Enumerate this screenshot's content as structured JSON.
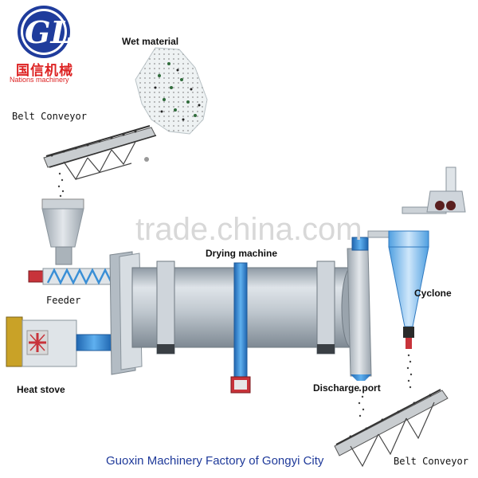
{
  "brand": {
    "logo_cn": "国信机械",
    "logo_en": "Nations machinery",
    "logo_color": "#1f3c9c",
    "accent_color": "#d22222"
  },
  "watermark": "trade.china.com",
  "footer": "Guoxin Machinery Factory of Gongyi City",
  "labels": {
    "wet_material": "Wet material",
    "belt_conveyor_top": "Belt Conveyor",
    "feeder": "Feeder",
    "heat_stove": "Heat stove",
    "drying_machine": "Drying machine",
    "cyclone": "Cyclone",
    "discharge_port": "Discharge port",
    "belt_conveyor_bottom": "Belt Conveyor"
  },
  "colors": {
    "machine_gray": "#b7bfc7",
    "machine_light": "#d6dce2",
    "machine_dark": "#8f9aa4",
    "blue_band": "#3a8fd6",
    "red_part": "#c8333a",
    "gold": "#c9a227"
  }
}
